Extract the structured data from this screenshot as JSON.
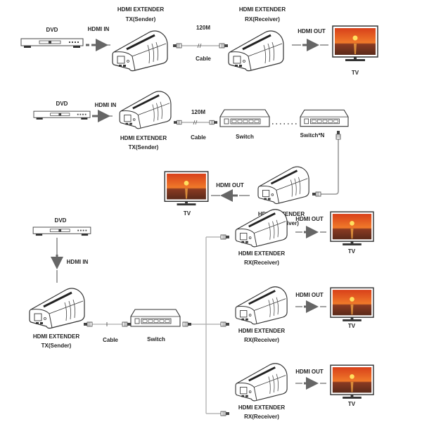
{
  "labels": {
    "dvd": "DVD",
    "hdmi_in": "HDMI IN",
    "hdmi_out": "HDMI OUT",
    "extender": "HDMI EXTENDER",
    "tx": "TX(Sender)",
    "rx": "RX(Receiver)",
    "length": "120M",
    "cable": "Cable",
    "switch": "Switch",
    "switch_n": "Switch*N",
    "tv": "TV"
  },
  "colors": {
    "line": "#555555",
    "arrow": "#666666",
    "sunset_top": "#e8501a",
    "sunset_sun": "#ffe060",
    "sea": "#8a3a22"
  }
}
